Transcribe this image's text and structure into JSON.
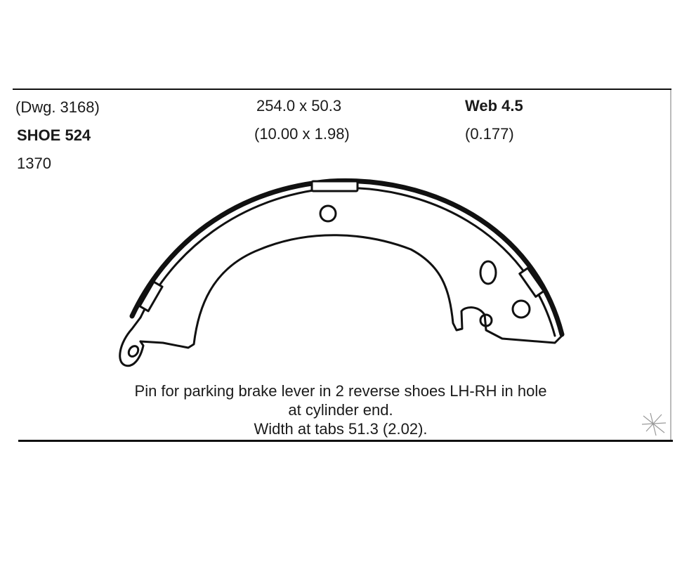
{
  "header": {
    "drawing_ref": "(Dwg. 3168)",
    "shoe_number": "SHOE 524",
    "part_code": "1370",
    "size_mm": "254.0 x 50.3",
    "size_in": "(10.00 x 1.98)",
    "web_mm": "Web 4.5",
    "web_in": "(0.177)"
  },
  "notes": {
    "line1": "Pin for parking brake lever in 2 reverse shoes LH-RH in hole",
    "line2": "at cylinder end.",
    "line3": "Width at tabs 51.3 (2.02)."
  }
}
